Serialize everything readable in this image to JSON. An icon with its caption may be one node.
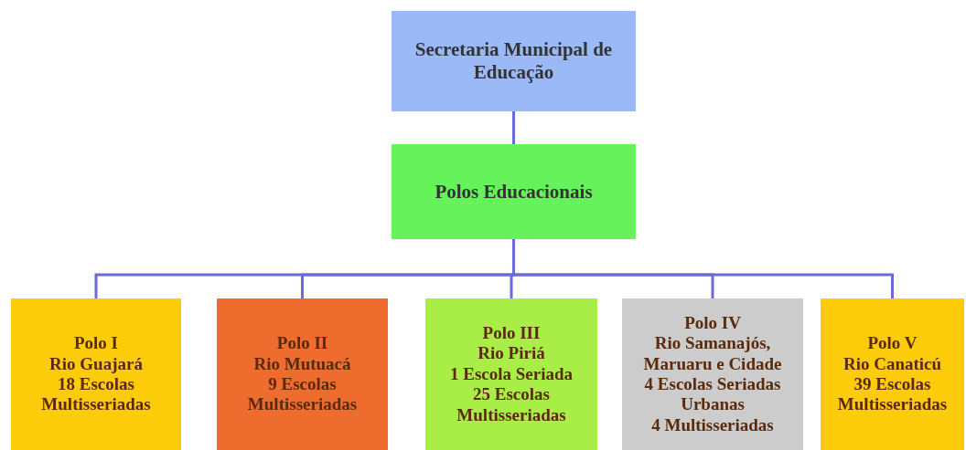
{
  "diagram": {
    "nodes": [
      {
        "text": [
          "Secretaria Municipal de Educação"
        ]
      },
      {
        "text": [
          "Polos Educacionais"
        ]
      },
      {
        "text": [
          "Polo I",
          "Rio Guajará",
          "18 Escolas Multisseriadas"
        ]
      },
      {
        "text": [
          "Polo II",
          "Rio Mutuacá",
          "9 Escolas Multisseriadas"
        ]
      },
      {
        "text": [
          "Polo III",
          "Rio Piriá",
          "1 Escola Seriada",
          "25 Escolas Multisseriadas"
        ]
      },
      {
        "text": [
          "Polo IV",
          "Rio Samanajós, Maruaru e Cidade",
          "4 Escolas Seriadas Urbanas",
          "4 Multisseriadas"
        ]
      },
      {
        "text": [
          "Polo V",
          "Rio Canaticú",
          "39 Escolas Multisseriadas"
        ]
      }
    ],
    "edges": [
      {
        "from": 0,
        "to": 1,
        "arrow": "none"
      },
      {
        "from": 1,
        "to": 2,
        "arrow": "none"
      },
      {
        "from": 1,
        "to": 3,
        "arrow": "none"
      },
      {
        "from": 1,
        "to": 4,
        "arrow": "none"
      },
      {
        "from": 1,
        "to": 5,
        "arrow": "none"
      },
      {
        "from": 1,
        "to": 6,
        "arrow": "none"
      }
    ]
  }
}
